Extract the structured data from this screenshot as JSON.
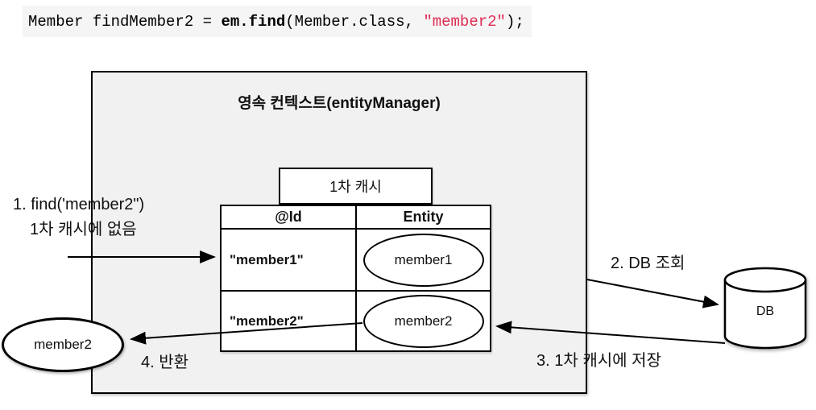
{
  "code": {
    "part1": "Member findMember2 = ",
    "part2": "em.find",
    "part3": "(Member.class, ",
    "part4": "\"member2\"",
    "part5": ");",
    "string_color": "#e02b54",
    "background_color": "#f5f5f5"
  },
  "diagram": {
    "container_title": "영속 컨텍스트(entityManager)",
    "cache_label": "1차 캐시",
    "table": {
      "headers": [
        "@Id",
        "Entity"
      ],
      "rows": [
        {
          "id": "\"member1\"",
          "entity": "member1"
        },
        {
          "id": "\"member2\"",
          "entity": "member2"
        }
      ]
    },
    "db_label": "DB",
    "result_entity_label": "member2",
    "steps": {
      "step1_line1": "1. find('member2\")",
      "step1_line2": "1차 캐시에 없음",
      "step2": "2. DB 조회",
      "step3": "3. 1차 캐시에 저장",
      "step4": "4. 반환"
    },
    "colors": {
      "box_fill": "#f1f1f1",
      "stroke": "#000000"
    }
  }
}
